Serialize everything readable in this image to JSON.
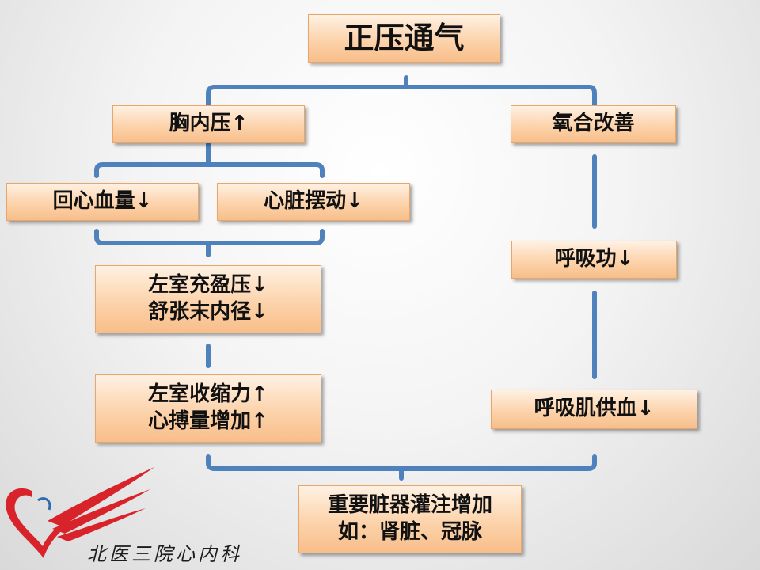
{
  "title": "正压通气",
  "left_branch": {
    "top": "胸内压↑",
    "effects": [
      "回心血量↓",
      "心脏摆动↓"
    ],
    "step2": [
      "左室充盈压↓",
      "舒张末内径↓"
    ],
    "step3": [
      "左室收缩力↑",
      "心搏量增加↑"
    ]
  },
  "right_branch": {
    "top": "氧合改善",
    "step2": "呼吸功↓",
    "step3": "呼吸肌供血↓"
  },
  "outcome": [
    "重要脏器灌注增加",
    "如：肾脏、冠脉"
  ],
  "logo": {
    "text": "北医三院心内科",
    "colors": [
      "#d9232a",
      "#2b6cb0"
    ]
  },
  "colors": {
    "connector": "#4f81bd",
    "box_fill": "#fcd3ab",
    "box_border": "#e8a66b"
  }
}
